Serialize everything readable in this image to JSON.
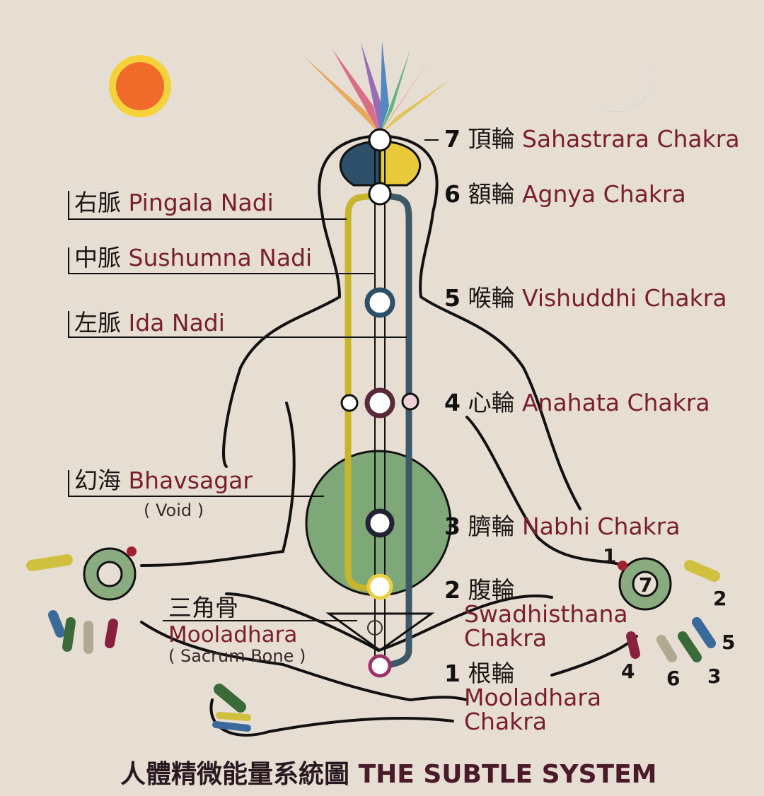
{
  "colors": {
    "background": "#e7ded3",
    "label_en": "#7a1e2c",
    "pingala": "#c9b52a",
    "ida": "#3f5868",
    "void": "#7fa878",
    "sun": "#f06a2a",
    "moon": "#3f6f86"
  },
  "icons": {
    "sun": "sun-icon",
    "moon": "crescent-moon-icon",
    "lotus": "lotus-flame-icon"
  },
  "chakras": [
    {
      "num": "7",
      "cn": "頂輪",
      "en": "Sahastrara Chakra"
    },
    {
      "num": "6",
      "cn": "額輪",
      "en": "Agnya Chakra"
    },
    {
      "num": "5",
      "cn": "喉輪",
      "en": "Vishuddhi Chakra"
    },
    {
      "num": "4",
      "cn": "心輪",
      "en": "Anahata Chakra"
    },
    {
      "num": "3",
      "cn": "臍輪",
      "en": "Nabhi Chakra"
    },
    {
      "num": "2",
      "cn": "腹輪",
      "en1": "Swadhisthana",
      "en2": "Chakra"
    },
    {
      "num": "1",
      "cn": "根輪",
      "en1": "Mooladhara",
      "en2": "Chakra"
    }
  ],
  "nadis": [
    {
      "cn": "右脈",
      "en": "Pingala Nadi"
    },
    {
      "cn": "中脈",
      "en": "Sushumna Nadi"
    },
    {
      "cn": "左脈",
      "en": "Ida Nadi"
    }
  ],
  "void": {
    "cn": "幻海",
    "en": "Bhavsagar",
    "sub": "( Void )"
  },
  "sacrum": {
    "cn": "三角骨",
    "en": "Mooladhara",
    "sub": "( Sacrum Bone )"
  },
  "hand_numbers": [
    "1",
    "2",
    "5",
    "3",
    "6",
    "4",
    "7"
  ],
  "title": {
    "cn": "人體精微能量系統圖",
    "en": "THE SUBTLE SYSTEM"
  }
}
